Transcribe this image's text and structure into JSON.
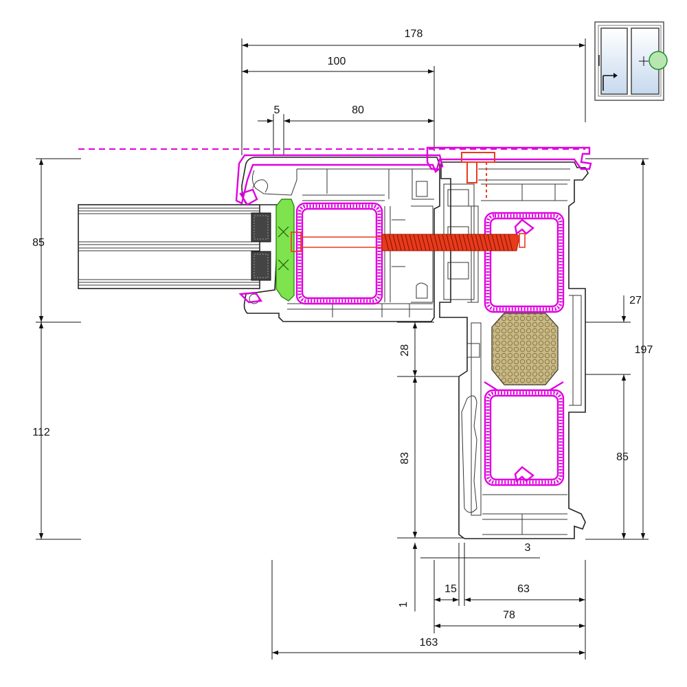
{
  "colors": {
    "line": "#111111",
    "reinforcement": "#e000e0",
    "screw": "#e83a1c",
    "gasket": "#7ee34c",
    "insulation_fill": "#c9b98a",
    "thumbnail_glass": "#cfe0f2",
    "marker": "#b8e6b0"
  },
  "dimensions": {
    "top_178": "178",
    "top_100": "100",
    "top_5": "5",
    "top_80": "80",
    "left_85": "85",
    "left_112": "112",
    "mid_28": "28",
    "mid_83": "83",
    "right_27": "27",
    "right_197": "197",
    "right_85": "85",
    "bottom_3": "3",
    "bottom_15": "15",
    "bottom_63": "63",
    "bottom_1": "1",
    "bottom_78": "78",
    "bottom_163": "163"
  },
  "thumbnail": {
    "icon": "sliding-door-icon"
  }
}
